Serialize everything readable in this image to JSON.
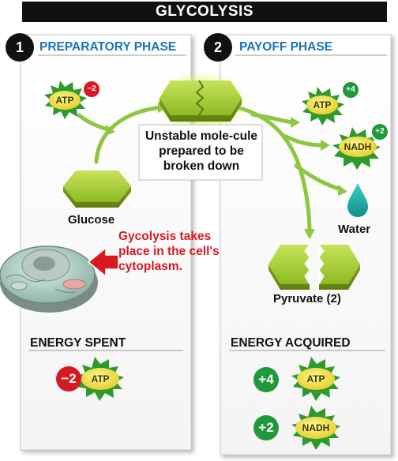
{
  "title": "GLYCOLYSIS",
  "phases": [
    {
      "number": "1",
      "title": "PREPARATORY PHASE"
    },
    {
      "number": "2",
      "title": "PAYOFF PHASE"
    }
  ],
  "labels": {
    "glucose": "Glucose",
    "unstable": "Unstable mole-cule prepared to be broken down",
    "water": "Water",
    "pyruvate": "Pyruvate (2)",
    "cytoplasm_note": "Gycolysis takes place in the cell's cytoplasm."
  },
  "molecules": {
    "atp_spent": {
      "name": "ATP",
      "badge": "−2"
    },
    "atp_gain": {
      "name": "ATP",
      "badge": "+4"
    },
    "nadh_gain": {
      "name": "NADH",
      "badge": "+2"
    }
  },
  "energy_spent": {
    "heading": "ENERGY SPENT",
    "items": [
      {
        "amount": "−2",
        "name": "ATP"
      }
    ]
  },
  "energy_acquired": {
    "heading": "ENERGY ACQUIRED",
    "items": [
      {
        "amount": "+4",
        "name": "ATP"
      },
      {
        "amount": "+2",
        "name": "NADH"
      }
    ]
  },
  "colors": {
    "banner": "#111111",
    "phase_blue": "#1a73b8",
    "badge_red": "#d71920",
    "badge_green": "#1f9a3a",
    "molecule_green": "#9ccc2c",
    "starburst_green": "#2e9a2e",
    "atp_yellow": "#f3e24a",
    "water_teal": "#1aa7a0",
    "note_red": "#d71920",
    "arrow_green": "#8ec63f"
  }
}
